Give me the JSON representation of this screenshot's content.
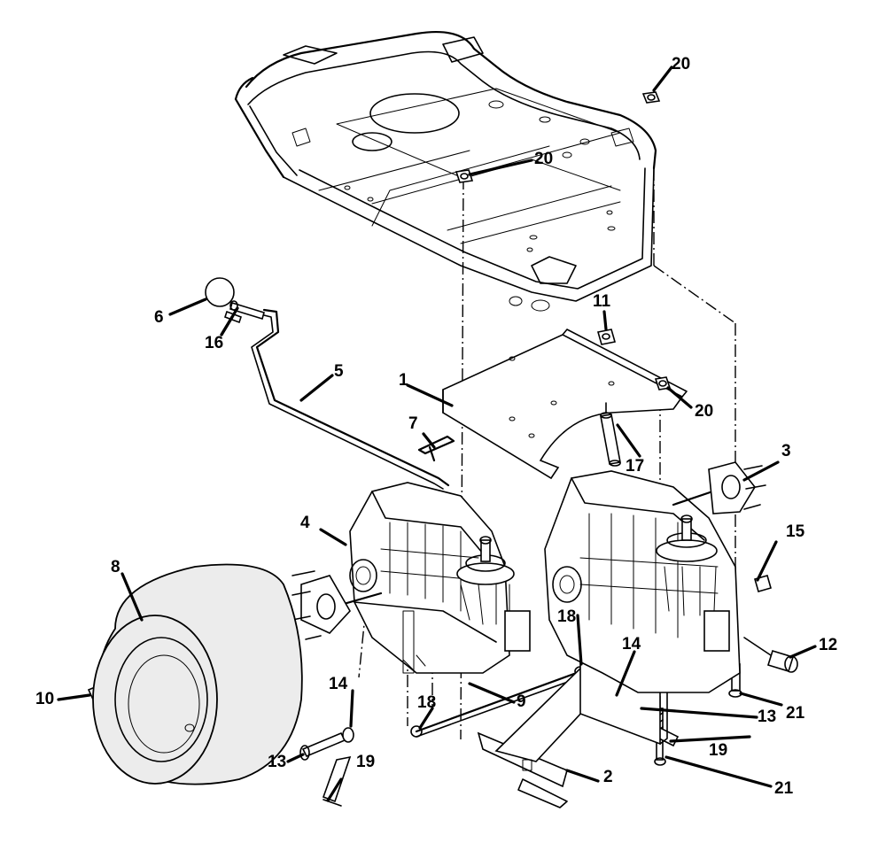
{
  "callouts": {
    "c1": "1",
    "c2": "2",
    "c3": "3",
    "c4": "4",
    "c5": "5",
    "c6": "6",
    "c7": "7",
    "c8": "8",
    "c9": "9",
    "c10": "10",
    "c11": "11",
    "c12": "12",
    "c13a": "13",
    "c13b": "13",
    "c14a": "14",
    "c14b": "14",
    "c15": "15",
    "c16": "16",
    "c17": "17",
    "c18a": "18",
    "c18b": "18",
    "c19a": "19",
    "c19b": "19",
    "c20a": "20",
    "c20b": "20",
    "c20c": "20",
    "c21a": "21",
    "c21b": "21"
  },
  "colors": {
    "line": "#000000",
    "background": "#ffffff",
    "tire_shade": "#ececec"
  }
}
